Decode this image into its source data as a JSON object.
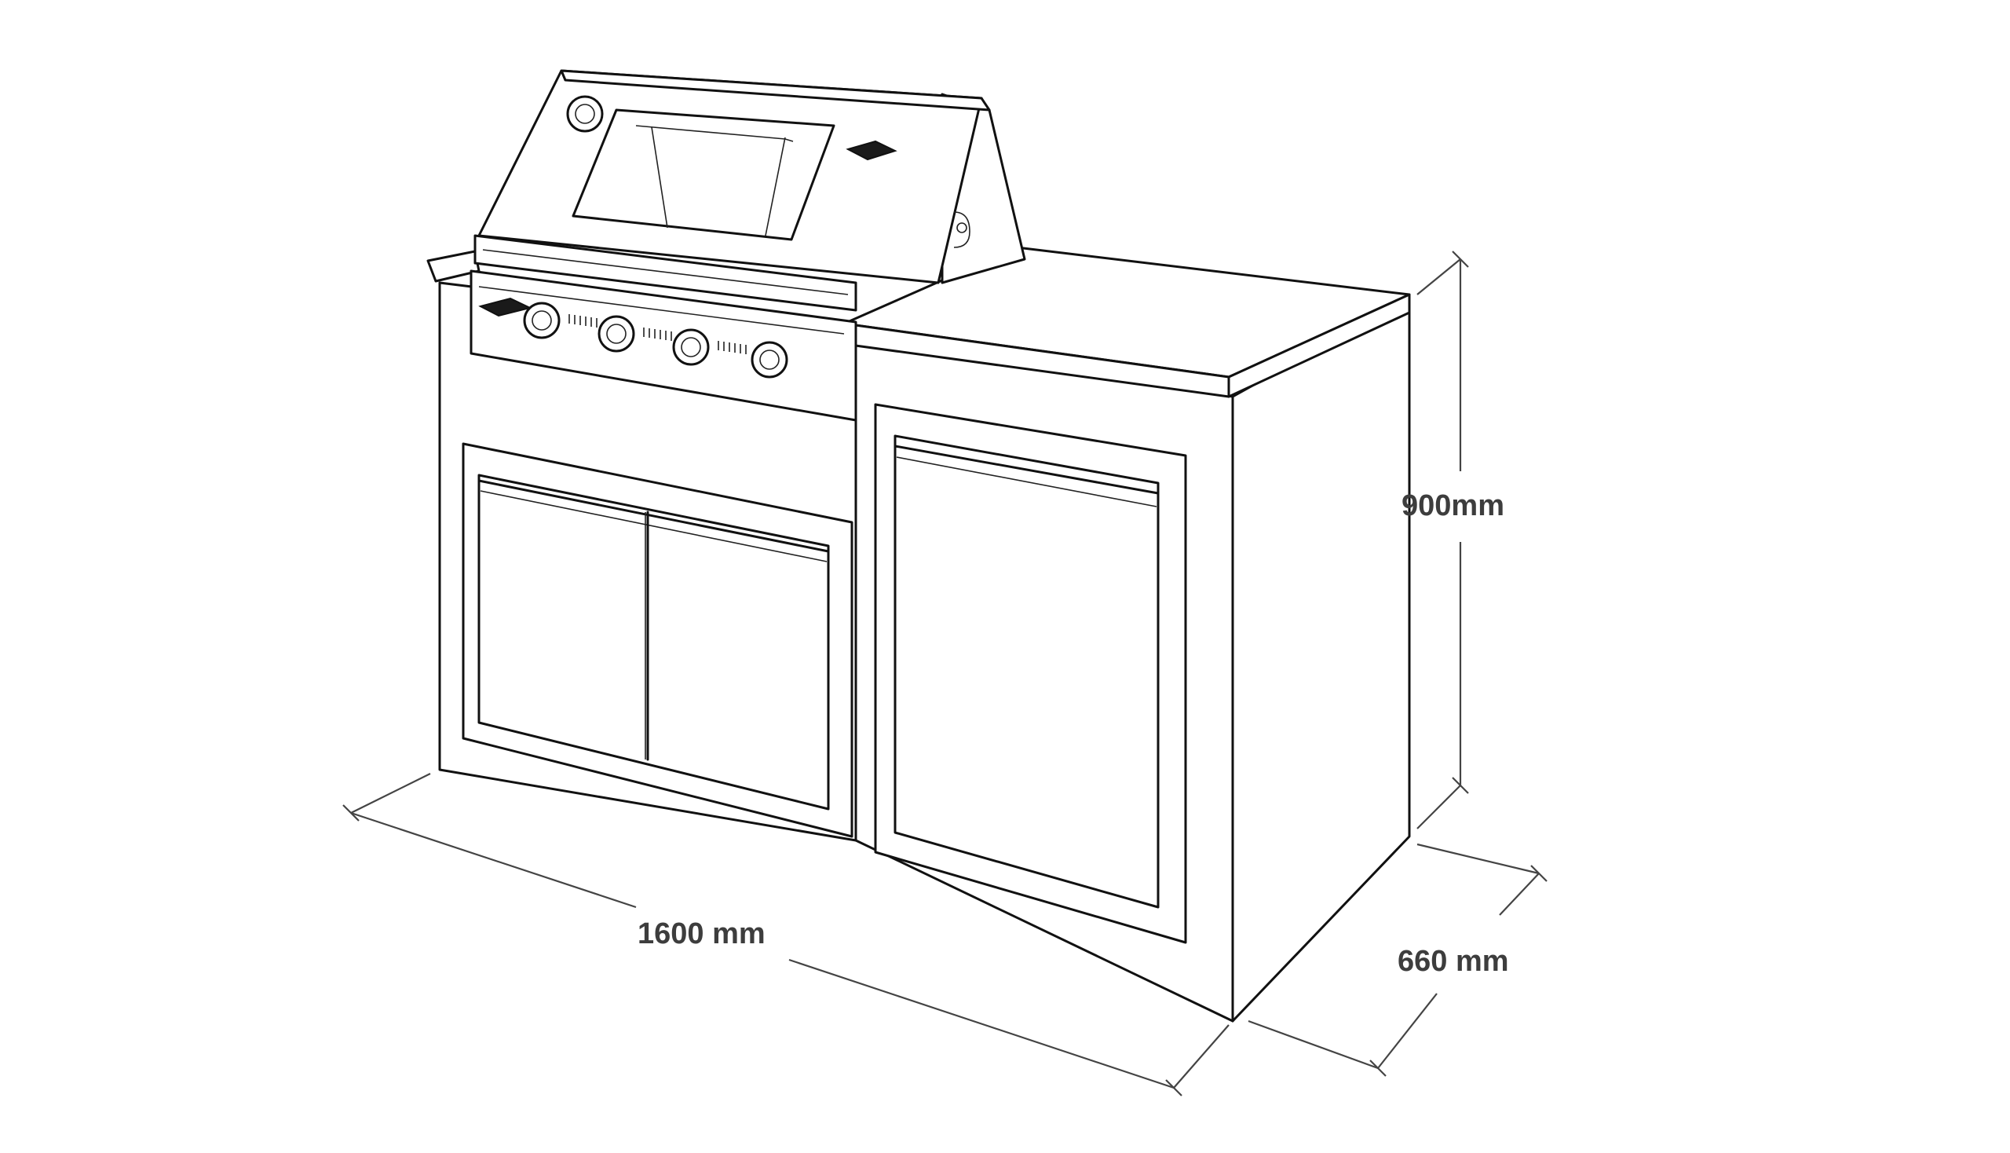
{
  "dimensions": {
    "width": "1600 mm",
    "depth": "660 mm",
    "height": "900mm"
  },
  "colors": {
    "outline": "#111111",
    "dimension_line": "#444444",
    "label": "#3d3d3d",
    "background": "#ffffff"
  }
}
